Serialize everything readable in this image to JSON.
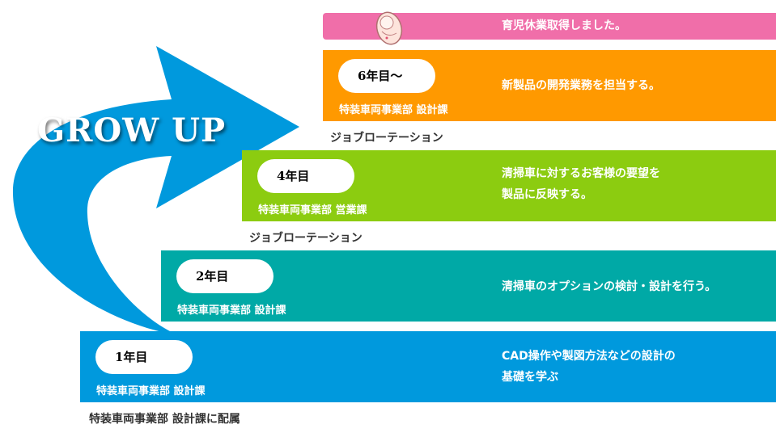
{
  "colors": {
    "arrow": "#0099dd",
    "pink": "#f06ea9",
    "orange": "#ff9900",
    "green": "#8ccc10",
    "teal": "#00a9a6",
    "blue": "#0099dd"
  },
  "title": "GROW UP",
  "childcare": {
    "text": "育児休業取得しました。",
    "icon": "baby-icon"
  },
  "stages": [
    {
      "year": "1年目",
      "dept": "特装車両事業部  設計課",
      "desc": [
        "CAD操作や製図方法などの設計の",
        "基礎を学ぶ"
      ]
    },
    {
      "year": "2年目",
      "dept": "特装車両事業部  設計課",
      "desc": [
        "清掃車のオプションの検討・設計を行う。"
      ]
    },
    {
      "year": "4年目",
      "dept": "特装車両事業部  営業課",
      "desc": [
        "清掃車に対するお客様の要望を",
        "製品に反映する。"
      ]
    },
    {
      "year": "6年目〜",
      "dept": "特装車両事業部  設計課",
      "desc": [
        "新製品の開発業務を担当する。"
      ]
    }
  ],
  "rotation_labels": [
    "ジョブローテーション",
    "ジョブローテーション"
  ],
  "assignment": "特装車両事業部  設計課に配属"
}
